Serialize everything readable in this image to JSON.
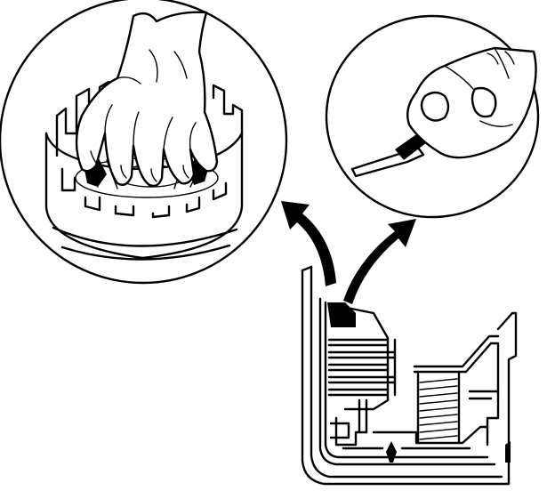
{
  "figure": {
    "background_color": "#ffffff",
    "line_color": "#000000",
    "components": [
      "detail-circle-hand-compressing-spring-retainer",
      "detail-circle-hand-with-feeler-gauge",
      "clutch-assembly-cross-section",
      "callout-arrow-left",
      "callout-arrow-right"
    ]
  }
}
